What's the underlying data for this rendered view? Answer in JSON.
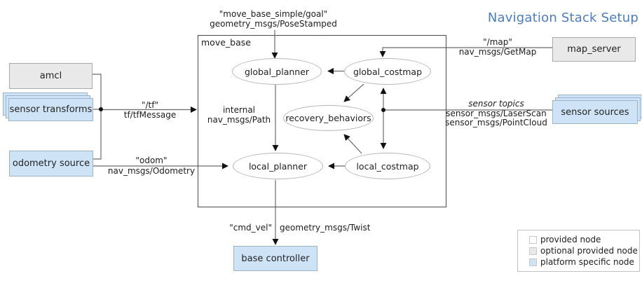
{
  "title": {
    "text": "Navigation Stack Setup"
  },
  "container": {
    "label": "move_base"
  },
  "nodes": {
    "amcl": "amcl",
    "sensor_transforms": "sensor transforms",
    "odometry_source": "odometry source",
    "map_server": "map_server",
    "sensor_sources": "sensor sources",
    "base_controller": "base controller",
    "global_planner": "global_planner",
    "global_costmap": "global_costmap",
    "recovery_behaviors": "recovery_behaviors",
    "local_planner": "local_planner",
    "local_costmap": "local_costmap"
  },
  "topics": {
    "goal": {
      "line1": "\"move_base_simple/goal\"",
      "line2": "geometry_msgs/PoseStamped"
    },
    "tf": {
      "line1": "\"/tf\"",
      "line2": "tf/tfMessage"
    },
    "odom": {
      "line1": "\"odom\"",
      "line2": "nav_msgs/Odometry"
    },
    "internal_path": {
      "line1": "internal",
      "line2": "nav_msgs/Path"
    },
    "map": {
      "line1": "\"/map\"",
      "line2": "nav_msgs/GetMap"
    },
    "sensor": {
      "line1": "sensor topics",
      "line2": "sensor_msgs/LaserScan",
      "line3": "sensor_msgs/PointCloud"
    },
    "cmd_vel": {
      "line1": "\"cmd_vel\"",
      "line2": "geometry_msgs/Twist"
    }
  },
  "legend": {
    "items": [
      {
        "label": "provided node",
        "color": "#ffffff"
      },
      {
        "label": "optional provided node",
        "color": "#e9e9e9"
      },
      {
        "label": "platform specific node",
        "color": "#cfe3f7"
      }
    ]
  },
  "colors": {
    "title": "#4c7dbd",
    "provided_node": "#ffffff",
    "optional_provided_node": "#e9e9e9",
    "platform_specific_node": "#cfe3f7",
    "wire": "#6b6b6b",
    "arrowhead": "#111111"
  }
}
